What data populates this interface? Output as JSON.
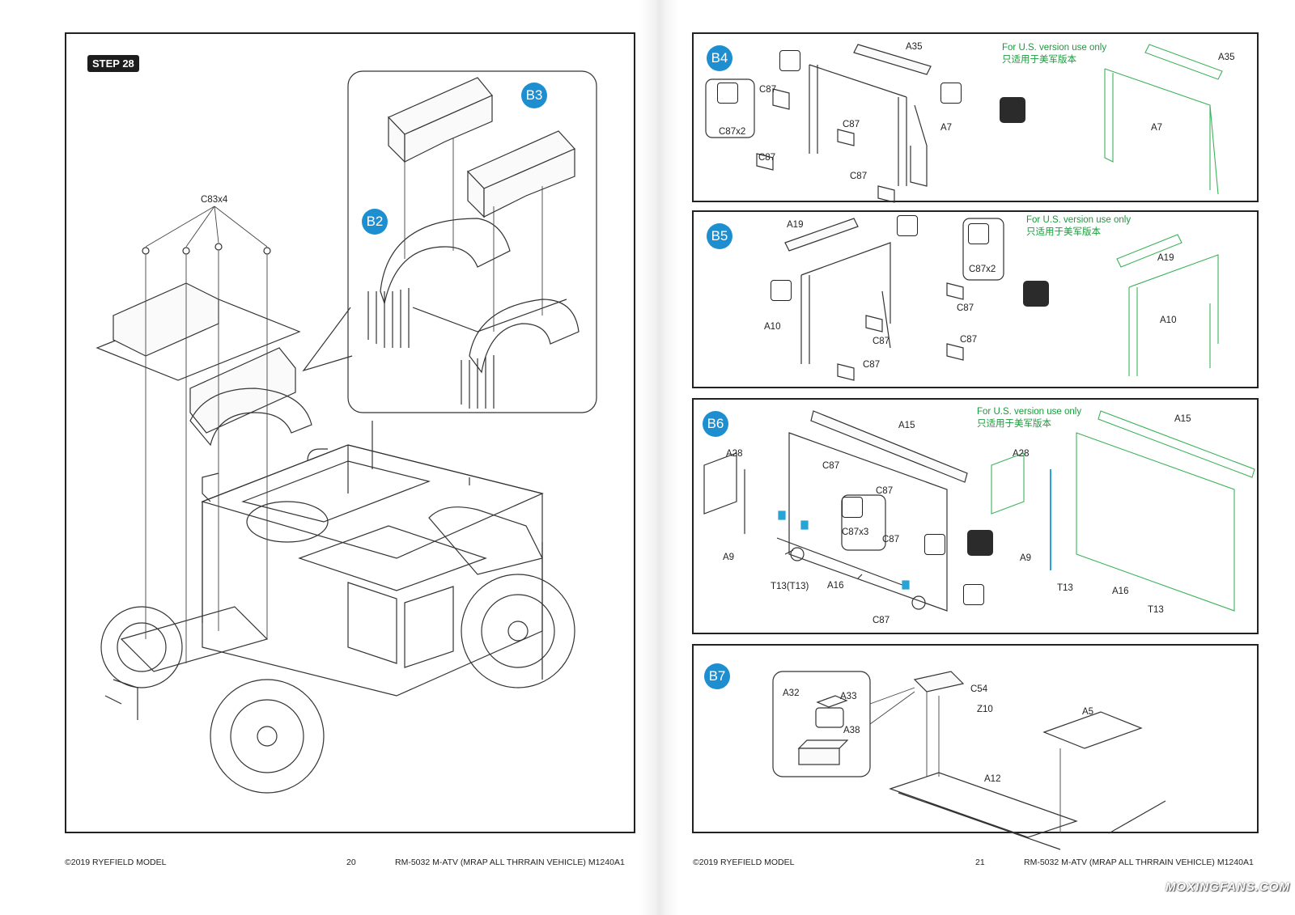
{
  "left_page": {
    "step": "STEP 28",
    "callouts": {
      "b2": "B2",
      "b3": "B3"
    },
    "parts": {
      "c83": "C83x4"
    },
    "footer": {
      "copyright": "©2019 RYEFIELD MODEL",
      "page_number": "20",
      "title": "RM-5032 M-ATV (MRAP ALL THRRAIN VEHICLE) M1240A1"
    }
  },
  "right_page": {
    "us_note_en": "For U.S. version use only",
    "us_note_cn": "只适用于美军版本",
    "b4": {
      "badge": "B4",
      "labels": {
        "a35": "A35",
        "c87_a": "C87",
        "c87x2": "C87x2",
        "c87_b": "C87",
        "c87_c": "C87",
        "c87_d": "C87",
        "a7": "A7"
      },
      "us_labels": {
        "a35": "A35",
        "a7": "A7"
      }
    },
    "b5": {
      "badge": "B5",
      "labels": {
        "a19": "A19",
        "c87x2": "C87x2",
        "c87_a": "C87",
        "c87_b": "C87",
        "c87_c": "C87",
        "c87_d": "C87",
        "a10": "A10"
      },
      "us_labels": {
        "a19": "A19",
        "a10": "A10"
      }
    },
    "b6": {
      "badge": "B6",
      "labels": {
        "a15": "A15",
        "a28": "A28",
        "c87_a": "C87",
        "c87_b": "C87",
        "c87x3": "C87x3",
        "c87_c": "C87",
        "a9": "A9",
        "t13": "T13(T13)",
        "a16": "A16",
        "c87_d": "C87"
      },
      "us_labels": {
        "a15": "A15",
        "a28": "A28",
        "a9": "A9",
        "t13_a": "T13",
        "a16": "A16",
        "t13_b": "T13"
      }
    },
    "b7": {
      "badge": "B7",
      "labels": {
        "a32": "A32",
        "a33": "A33",
        "a38": "A38",
        "c54": "C54",
        "z10": "Z10",
        "a5": "A5",
        "a12": "A12"
      }
    },
    "footer": {
      "copyright": "©2019 RYEFIELD MODEL",
      "page_number": "21",
      "title": "RM-5032 M-ATV (MRAP ALL THRRAIN VEHICLE) M1240A1"
    }
  },
  "watermark": "MOXINGFANS.COM",
  "colors": {
    "badge_blue": "#1d8fd0",
    "us_green": "#1b9a3c",
    "swap_red": "#d9432b"
  }
}
